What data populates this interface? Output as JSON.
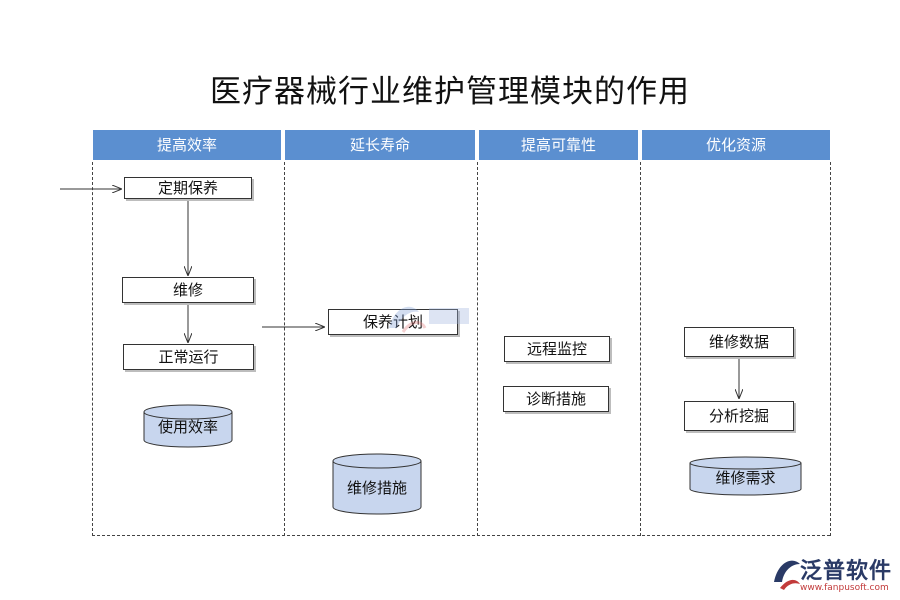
{
  "title": "医疗器械行业维护管理模块的作用",
  "columns": [
    {
      "header": "提高效率"
    },
    {
      "header": "延长寿命"
    },
    {
      "header": "提高可靠性"
    },
    {
      "header": "优化资源"
    }
  ],
  "col1": {
    "step1": "定期保养",
    "step2": "维修",
    "step3": "正常运行",
    "store": "使用效率"
  },
  "col2": {
    "step1": "保养计划",
    "store": "维修措施"
  },
  "col3": {
    "step1": "远程监控",
    "step2": "诊断措施"
  },
  "col4": {
    "step1": "维修数据",
    "step2": "分析挖掘",
    "store": "维修需求"
  },
  "logo": {
    "name": "泛普软件",
    "url": "www.fanpusoft.com"
  },
  "colors": {
    "header_bg": "#5b8fd0",
    "drum_fill": "#c8d6ee",
    "logo_blue": "#2a3a66",
    "logo_red": "#c23b3b"
  }
}
